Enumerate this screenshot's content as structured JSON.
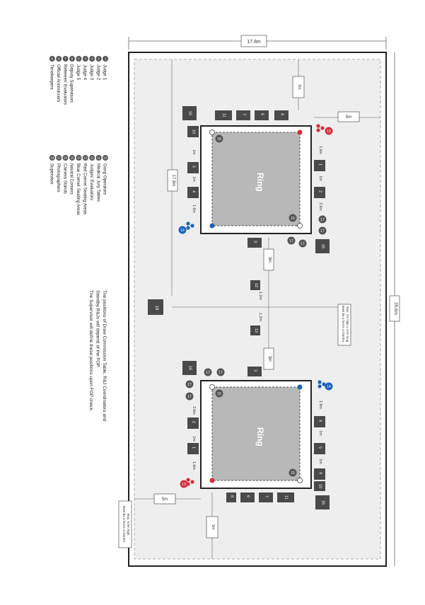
{
  "legend": [
    {
      "num": "1",
      "label": "Judge 1"
    },
    {
      "num": "2",
      "label": "Judge 2"
    },
    {
      "num": "3",
      "label": "Judge 3"
    },
    {
      "num": "4",
      "label": "Judge 4"
    },
    {
      "num": "5",
      "label": "Judge 5"
    },
    {
      "num": "6",
      "label": "Deputy Supervisors"
    },
    {
      "num": "7",
      "label": "Referees' Evaluators"
    },
    {
      "num": "8",
      "label": "Official Announcers"
    },
    {
      "num": "9",
      "label": "Timekeepers"
    },
    {
      "num": "10",
      "label": "Gong Operators"
    },
    {
      "num": "11",
      "label": "Medical Jury Tables"
    },
    {
      "num": "12",
      "label": "Judges' Evaluators"
    },
    {
      "num": "13",
      "label": "Red Corner Seating Areas"
    },
    {
      "num": "14",
      "label": "Blue Corner Seating Areas"
    },
    {
      "num": "15",
      "label": "Neutral Corners"
    },
    {
      "num": "16",
      "label": "Camera Stands"
    },
    {
      "num": "17",
      "label": "Photographers"
    },
    {
      "num": "18",
      "label": "Supervisor"
    }
  ],
  "note": [
    "The positions of Draw Commission Table, R&J Coordinators and",
    "Standby R&Js will depend of the FOP",
    "The Supervisor will define these positions upon FOP check."
  ],
  "dimensions": {
    "width": "17.8m",
    "height": "35.6m",
    "inner_width": "17.8m",
    "five_m": "5m",
    "three_m": "3m",
    "one_two_m": "1.2m",
    "one_m": "1m",
    "one_six_m": "1.6m",
    "two_six_m": "2.6m"
  },
  "ring_label": "Ring",
  "barrier_note_top": [
    "Must be a fence or barrier.",
    "Max. 2m high x 12m long"
  ],
  "barrier_note_bottom": [
    "Must be a fence or barrier.",
    "Max. 0.8m high"
  ],
  "colors": {
    "badge": "#555555",
    "red": "#d32f3a",
    "blue": "#1c63b7",
    "ring": "#b8b8b8",
    "floor": "#eeeeee"
  }
}
